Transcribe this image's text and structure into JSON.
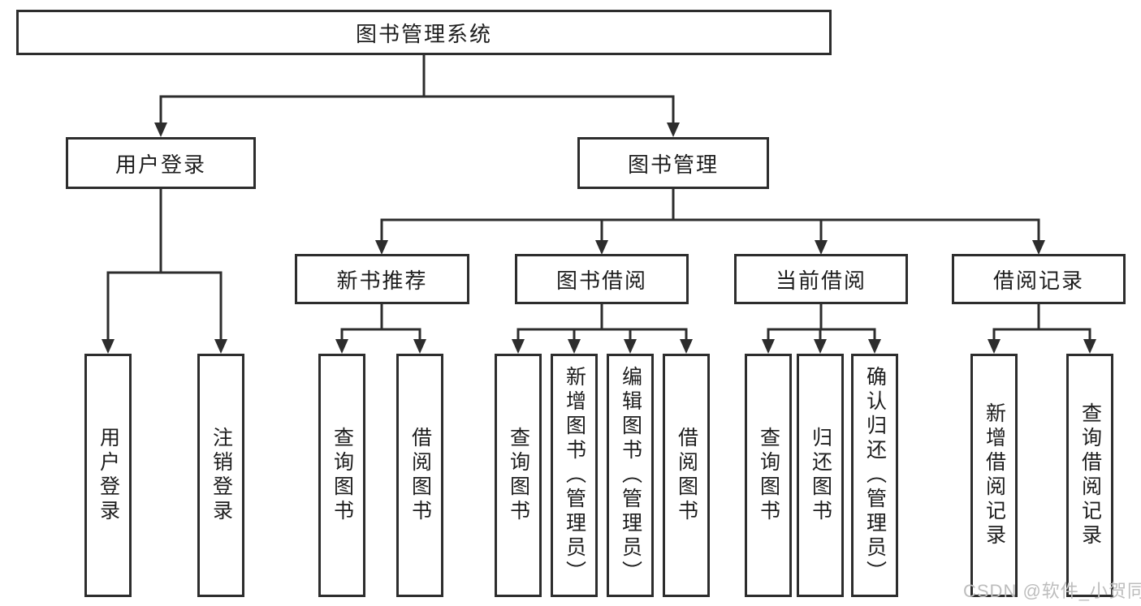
{
  "diagram": {
    "root": {
      "id": "system",
      "label": "图书管理系统",
      "children": [
        {
          "id": "user-login",
          "label": "用户登录",
          "children": [
            {
              "id": "leaf-login",
              "label": "用户登录"
            },
            {
              "id": "leaf-logout",
              "label": "注销登录"
            }
          ]
        },
        {
          "id": "book-mgmt",
          "label": "图书管理",
          "children": [
            {
              "id": "new-book",
              "label": "新书推荐",
              "children": [
                {
                  "id": "leaf-query-1",
                  "label": "查询图书"
                },
                {
                  "id": "leaf-borrow-1",
                  "label": "借阅图书"
                }
              ]
            },
            {
              "id": "book-borrow",
              "label": "图书借阅",
              "children": [
                {
                  "id": "leaf-query-2",
                  "label": "查询图书"
                },
                {
                  "id": "leaf-add-book",
                  "label": "新增图书（管理员）"
                },
                {
                  "id": "leaf-edit-book",
                  "label": "编辑图书（管理员）"
                },
                {
                  "id": "leaf-borrow-2",
                  "label": "借阅图书"
                }
              ]
            },
            {
              "id": "current-borrow",
              "label": "当前借阅",
              "children": [
                {
                  "id": "leaf-query-3",
                  "label": "查询图书"
                },
                {
                  "id": "leaf-return-book",
                  "label": "归还图书"
                },
                {
                  "id": "leaf-confirm-return",
                  "label": "确认归还（管理员）"
                }
              ]
            },
            {
              "id": "borrow-records",
              "label": "借阅记录",
              "children": [
                {
                  "id": "leaf-add-record",
                  "label": "新增借阅记录"
                },
                {
                  "id": "leaf-query-record",
                  "label": "查询借阅记录"
                }
              ]
            }
          ]
        }
      ]
    }
  },
  "watermark": {
    "text": "CSDN @软件_小贺同学"
  },
  "colors": {
    "line": "#2d2d2d",
    "box_border": "#2d2d2d",
    "text": "#1d1d1d",
    "watermark": "#bdbdbd",
    "background": "#ffffff"
  }
}
